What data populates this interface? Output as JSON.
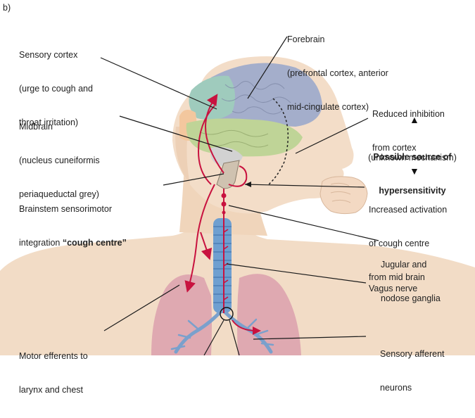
{
  "panel_label": "b)",
  "labels": {
    "forebrain": [
      "Forebrain",
      "(prefrontal cortex, anterior",
      "mid-cingulate cortex)"
    ],
    "sensory_cortex": [
      "Sensory cortex",
      "(urge to cough and",
      "throat irritation)"
    ],
    "midbrain": [
      "Midbrain",
      "(nucleus cuneiformis",
      "periaqueductal grey)"
    ],
    "brainstem_line1": "Brainstem sensorimotor",
    "brainstem_line2_prefix": "integration ",
    "brainstem_line2_bold": "“cough centre”",
    "reduced_inhibition": [
      "Reduced inhibition",
      "from cortex"
    ],
    "possible_source": [
      "Possible source of",
      "hypersensitivity"
    ],
    "unknown_mechanism": "(unknown mechanism)",
    "increased_activation": [
      "Increased activation",
      "of cough centre",
      "from mid brain"
    ],
    "jugular": [
      "Jugular and",
      "nodose ganglia"
    ],
    "vagus": "Vagus nerve",
    "motor_efferents": [
      "Motor efferents to",
      "larynx and chest"
    ],
    "sensory_afferent": [
      "Sensory afferent",
      "neurons"
    ]
  },
  "colors": {
    "skin": "#f2dcc6",
    "skin_shadow": "#e8c9ad",
    "cortex_purple": "#a4aecb",
    "sensory_teal": "#9fcbbd",
    "frontal_orange": "#f3c79e",
    "temporal_green": "#bfd497",
    "cerebellum": "#d6d6d6",
    "trachea_blue": "#6f9fd0",
    "lung_pink": "#dfa9b1",
    "bronchi_blue": "#7aa0cc",
    "nerve_red": "#c8123f",
    "leader_line": "#1a1a1a"
  }
}
